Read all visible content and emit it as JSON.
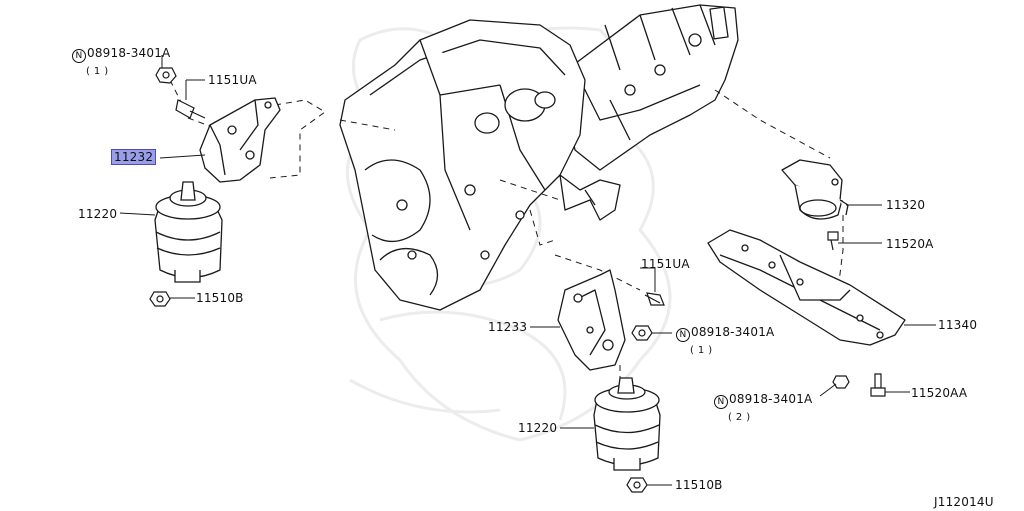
{
  "diagram_id": "J112014U",
  "callouts": {
    "n1_top": {
      "mark": "N",
      "part": "08918-3401A",
      "qty": "(1)"
    },
    "bolt_top": {
      "part": "1151UA"
    },
    "bracket_left": {
      "part": "11232"
    },
    "mount_left": {
      "part": "11220"
    },
    "nut_left_bottom": {
      "part": "11510B"
    },
    "insulator_rear": {
      "part": "11320"
    },
    "bolt_rear": {
      "part": "11520A"
    },
    "member_rear": {
      "part": "11340"
    },
    "bolt_right_mid": {
      "part": "1151UA"
    },
    "bracket_right": {
      "part": "11233"
    },
    "n1_mid": {
      "mark": "N",
      "part": "08918-3401A",
      "qty": "(1)"
    },
    "n2_bottom": {
      "mark": "N",
      "part": "08918-3401A",
      "qty": "(2)"
    },
    "bolt_rear_bottom": {
      "part": "11520AA"
    },
    "mount_right": {
      "part": "11220"
    },
    "nut_right_bottom": {
      "part": "11510B"
    }
  },
  "colors": {
    "line": "#1a1a1a",
    "highlight": "#9a9ee8",
    "highlight_border": "#4a4fb8",
    "watermark": "#eeeeee"
  }
}
